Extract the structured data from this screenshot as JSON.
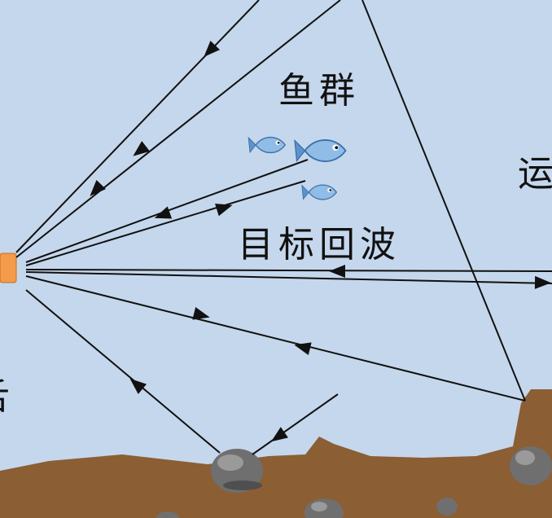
{
  "labels": {
    "fish_school": "鱼群",
    "target_echo": "目标回波",
    "right_edge_text": "运",
    "left_edge_text": "舌"
  },
  "colors": {
    "water": "#c5d7ec",
    "seabed": "#8b5e34",
    "rock": "#6f6f6f",
    "transducer": "#f39a4b",
    "fish_body": "#8fbde8",
    "ray": "#111111"
  },
  "icons": {
    "fish": "fish-icon",
    "rock": "rock-icon",
    "transducer": "sonar-transducer-icon"
  }
}
